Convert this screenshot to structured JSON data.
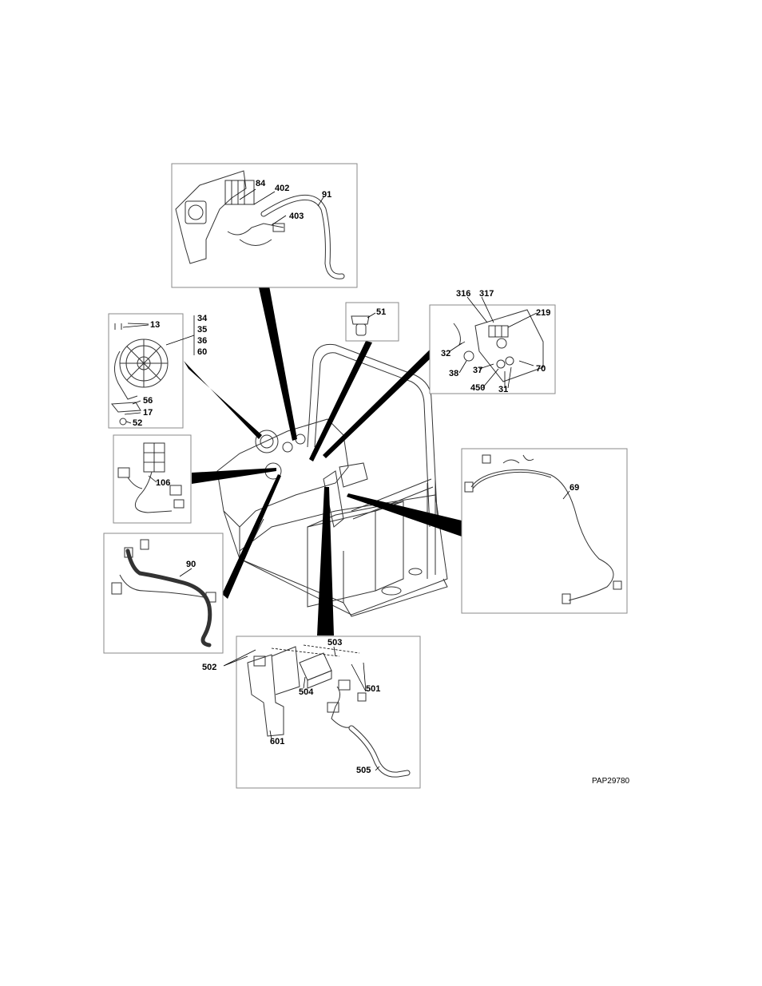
{
  "drawing_ref": "PAP29780",
  "detail_panels": {
    "instrument_panel": {
      "callouts": [
        "84",
        "402",
        "403",
        "91"
      ]
    },
    "ignition_key": {
      "callouts": [
        "51"
      ]
    },
    "switch_panel": {
      "callouts": [
        "316",
        "317",
        "219",
        "32",
        "38",
        "37",
        "70",
        "450",
        "31"
      ]
    },
    "fan": {
      "callouts": [
        "13",
        "34",
        "35",
        "36",
        "60",
        "56",
        "17",
        "52"
      ]
    },
    "switch_harness": {
      "callouts": [
        "106"
      ]
    },
    "harness_90": {
      "callouts": [
        "90"
      ]
    },
    "harness_69": {
      "callouts": [
        "69"
      ]
    },
    "bracket_assembly": {
      "callouts": [
        "503",
        "502",
        "501",
        "504",
        "601",
        "505"
      ]
    }
  }
}
